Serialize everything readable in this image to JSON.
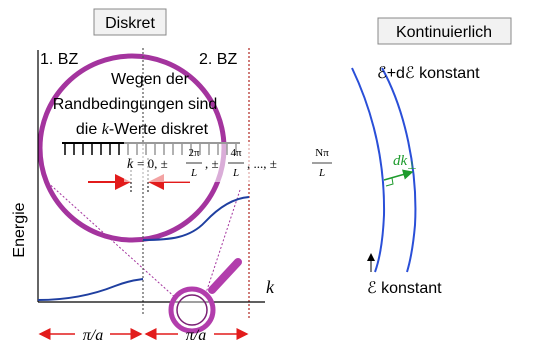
{
  "left_panel": {
    "title": "Diskret",
    "bz1_label": "1. BZ",
    "bz2_label": "2. BZ",
    "note_line1": "Wegen der",
    "note_line2": "Randbedingungen sind",
    "note_line3_pre": "die ",
    "note_line3_k": "k",
    "note_line3_post": "-Werte diskret",
    "k_formula": {
      "k": "k",
      "eq": "= 0, ±",
      "f1_num": "2π",
      "f1_den": "L",
      "sep1": ", ±",
      "f2_num": "4π",
      "f2_den": "L",
      "sep2": ", ..., ±",
      "f3_num": "Nπ",
      "f3_den": "L"
    },
    "y_axis_label": "Energie",
    "x_axis_label": "k",
    "period_left": "π/a",
    "period_right": "π/a"
  },
  "right_panel": {
    "title": "Kontinuierlich",
    "outer_curve_label": "ℰ+dℰ konstant",
    "inner_curve_label": "ℰ konstant",
    "dk_label": "dk",
    "dk_subscript": "⊥"
  },
  "colors": {
    "band": "#1f3fa0",
    "circle": "#a4349e",
    "brillouin_line": "#c0504d",
    "arrow_red": "#e21b1b",
    "fermi_curve": "#2a4fd8",
    "dk_arrow": "#1e9b2d",
    "magnifier": "#b23dac",
    "title_box_bg": "#f2f2f2"
  }
}
